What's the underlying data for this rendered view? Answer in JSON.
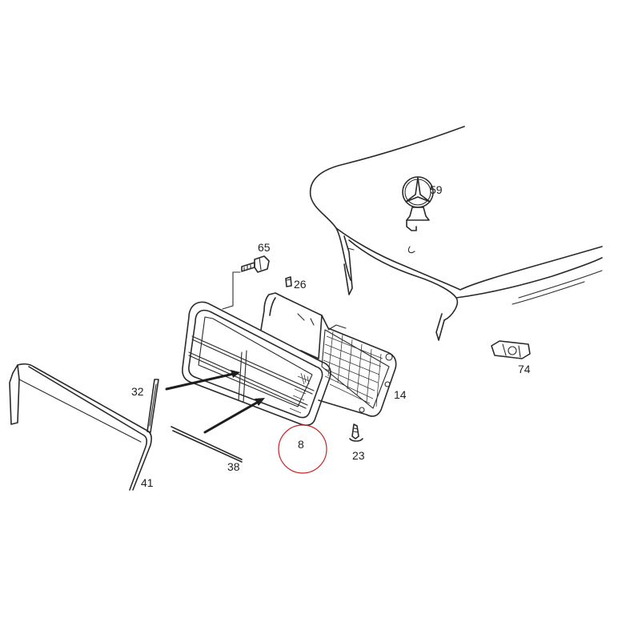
{
  "callouts": {
    "hood_star": "59",
    "screw_top": "65",
    "clip": "26",
    "trim_strip_upper": "32",
    "grille_shell": "8",
    "grille_insert": "14",
    "screw_bottom": "23",
    "trim_strip_lower": "38",
    "side_frame": "41",
    "retainer": "74"
  },
  "highlight_color": "#cc2222",
  "line_color": "#2a2a2a"
}
